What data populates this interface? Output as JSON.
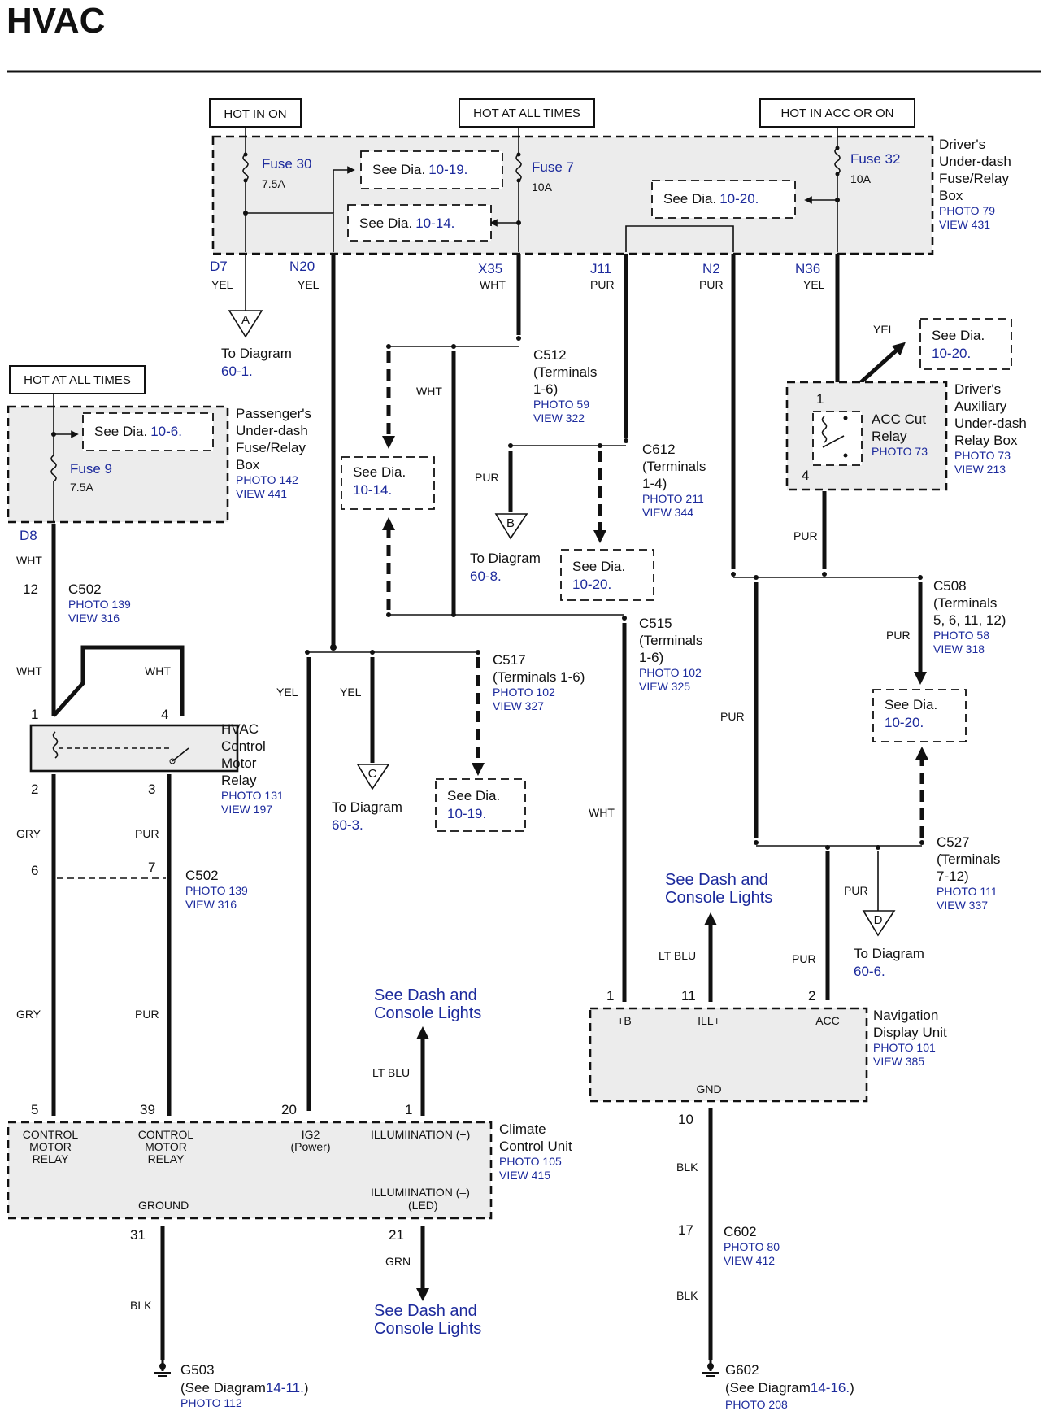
{
  "title": "HVAC",
  "hot": {
    "on": "HOT IN ON",
    "all": "HOT AT ALL TIMES",
    "acc": "HOT IN ACC OR ON",
    "pass": "HOT AT ALL TIMES"
  },
  "driver_box": {
    "name": [
      "Driver's",
      "Under-dash",
      "Fuse/Relay",
      "Box"
    ],
    "photo": "PHOTO 79",
    "view": "VIEW 431",
    "fuse30": "Fuse 30",
    "fuse30_amp": "7.5A",
    "fuse7": "Fuse 7",
    "fuse7_amp": "10A",
    "fuse32": "Fuse 32",
    "fuse32_amp": "10A",
    "see_dia": "See Dia.",
    "ref_1019": "10-19.",
    "ref_1014": "10-14.",
    "ref_1020": "10-20."
  },
  "terminals": {
    "d7": "D7",
    "n20": "N20",
    "x35": "X35",
    "j11": "J11",
    "n2": "N2",
    "n36": "N36",
    "d8": "D8"
  },
  "wires": {
    "yel": "YEL",
    "wht": "WHT",
    "pur": "PUR",
    "gry": "GRY",
    "ltblu": "LT BLU",
    "grn": "GRN",
    "blk": "BLK"
  },
  "diagram_links": {
    "to_diagram": "To Diagram",
    "a": "A",
    "a_ref": "60-1.",
    "b": "B",
    "b_ref": "60-8.",
    "c": "C",
    "c_ref": "60-3.",
    "d": "D",
    "d_ref": "60-6."
  },
  "connectors": {
    "c512": "C512",
    "c512_t1": "(Terminals",
    "c512_t2": "1-6)",
    "c512_photo": "PHOTO 59",
    "c512_view": "VIEW 322",
    "c612": "C612",
    "c612_t1": "(Terminals",
    "c612_t2": "1-4)",
    "c612_photo": "PHOTO 211",
    "c612_view": "VIEW 344",
    "c515": "C515",
    "c515_t1": "(Terminals",
    "c515_t2": "1-6)",
    "c515_photo": "PHOTO 102",
    "c515_view": "VIEW 325",
    "c517": "C517",
    "c517_t1": "(Terminals 1-6)",
    "c517_photo": "PHOTO 102",
    "c517_view": "VIEW 327",
    "c508": "C508",
    "c508_t1": "(Terminals",
    "c508_t2": "5, 6, 11, 12)",
    "c508_photo": "PHOTO 58",
    "c508_view": "VIEW 318",
    "c527": "C527",
    "c527_t1": "(Terminals",
    "c527_t2": "7-12)",
    "c527_photo": "PHOTO 111",
    "c527_view": "VIEW 337",
    "c502": "C502",
    "c502_photo": "PHOTO 139",
    "c502_view": "VIEW 316",
    "c602": "C602",
    "c602_photo": "PHOTO 80",
    "c602_view": "VIEW 412"
  },
  "passenger_box": {
    "name": [
      "Passenger's",
      "Under-dash",
      "Fuse/Relay",
      "Box"
    ],
    "photo": "PHOTO 142",
    "view": "VIEW 441",
    "fuse9": "Fuse 9",
    "fuse9_amp": "7.5A",
    "ref_106": "10-6."
  },
  "acc_relay": {
    "name": [
      "ACC Cut",
      "Relay"
    ],
    "photo": "PHOTO 73",
    "box_name": [
      "Driver's",
      "Auxiliary",
      "Under-dash",
      "Relay Box"
    ],
    "box_photo": "PHOTO 73",
    "box_view": "VIEW 213"
  },
  "hvac_relay": {
    "name": [
      "HVAC",
      "Control",
      "Motor",
      "Relay"
    ],
    "photo": "PHOTO 131",
    "view": "VIEW 197"
  },
  "pins": {
    "p1": "1",
    "p2": "2",
    "p3": "3",
    "p4": "4",
    "p5": "5",
    "p6": "6",
    "p7": "7",
    "p10": "10",
    "p11": "11",
    "p12": "12",
    "p17": "17",
    "p20": "20",
    "p21": "21",
    "p31": "31",
    "p39": "39"
  },
  "dash_lights": [
    "See Dash and",
    "Console Lights"
  ],
  "ccu": {
    "name": [
      "Climate",
      "Control Unit"
    ],
    "photo": "PHOTO 105",
    "view": "VIEW 415",
    "cmr": [
      "CONTROL",
      "MOTOR",
      "RELAY"
    ],
    "ig2": "IG2",
    "ig2_sub": "(Power)",
    "illum_pos": "ILLUMIINATION (+)",
    "illum_neg": "ILLUMIINATION (–)",
    "illum_neg_sub": "(LED)",
    "ground": "GROUND"
  },
  "nav": {
    "name": [
      "Navigation",
      "Display Unit"
    ],
    "photo": "PHOTO 101",
    "view": "VIEW 385",
    "b": "+B",
    "ill": "ILL+",
    "acc": "ACC",
    "gnd": "GND"
  },
  "grounds": {
    "g503": "G503",
    "g503_see": "(See Diagram",
    "g503_ref": "14-11.",
    "g503_close": ")",
    "g503_photo": "PHOTO 112",
    "g602": "G602",
    "g602_see": "(See Diagram",
    "g602_ref": "14-16.",
    "g602_close": ")",
    "g602_photo": "PHOTO 208"
  }
}
